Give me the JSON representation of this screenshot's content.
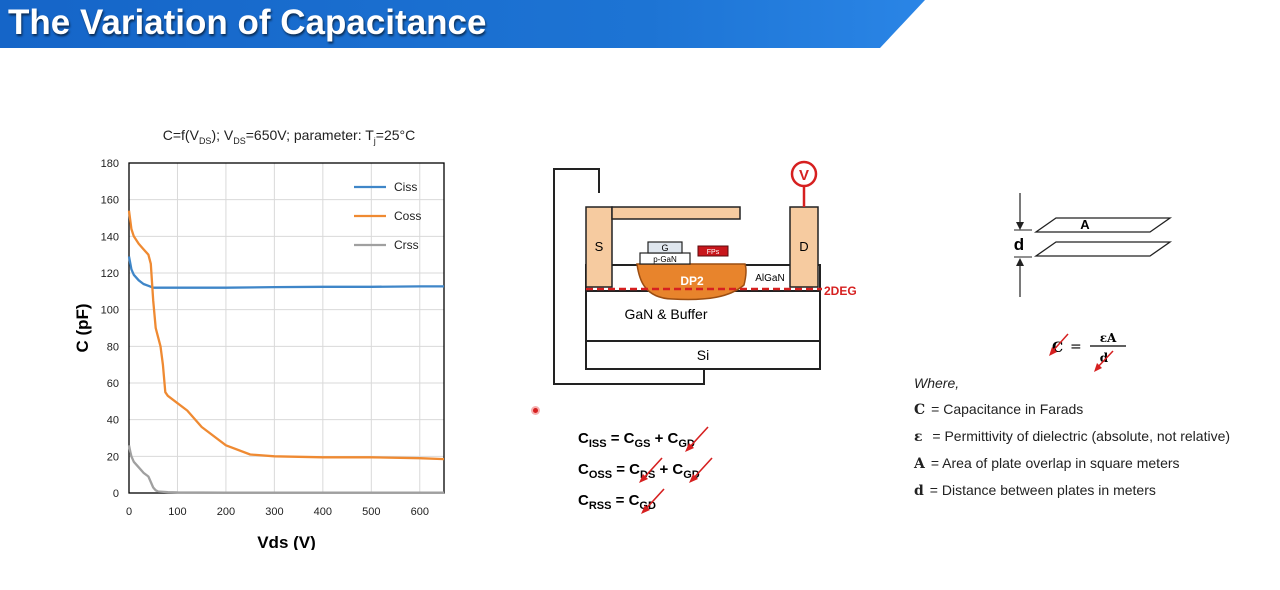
{
  "slide": {
    "title": "The Variation of Capacitance",
    "banner_color": "#1565c8",
    "banner_color_light": "#2a85e6"
  },
  "chart_data": {
    "type": "line",
    "title_parts": {
      "c": "C=f(V",
      "c_sub": "DS",
      "mid": "); V",
      "v_sub": "DS",
      "rest": "=650V; parameter: T",
      "t_sub": "j",
      "end": "=25°C"
    },
    "xlabel": "Vds (V)",
    "ylabel": "C (pF)",
    "xlim": [
      0,
      650
    ],
    "ylim": [
      0,
      180
    ],
    "xticks": [
      0,
      100,
      200,
      300,
      400,
      500,
      600
    ],
    "yticks": [
      0,
      20,
      40,
      60,
      80,
      100,
      120,
      140,
      160,
      180
    ],
    "grid": true,
    "legend_position": "top-right",
    "series": [
      {
        "name": "Ciss",
        "color": "#3f86c8",
        "x": [
          0,
          5,
          10,
          20,
          30,
          40,
          50,
          100,
          200,
          300,
          400,
          500,
          600,
          650
        ],
        "y": [
          129,
          122,
          119,
          116,
          114,
          113,
          112,
          112,
          112,
          112.3,
          112.5,
          112.5,
          112.7,
          112.7
        ]
      },
      {
        "name": "Coss",
        "color": "#ef8a32",
        "x": [
          0,
          5,
          10,
          20,
          30,
          40,
          45,
          50,
          55,
          60,
          65,
          70,
          75,
          80,
          100,
          120,
          150,
          200,
          250,
          300,
          400,
          500,
          600,
          650
        ],
        "y": [
          154,
          144,
          140,
          136,
          133,
          130,
          125,
          105,
          90,
          85,
          80,
          70,
          55,
          53,
          49,
          45,
          36,
          26,
          21,
          20,
          19.5,
          19.5,
          19,
          18.5
        ]
      },
      {
        "name": "Crss",
        "color": "#a0a0a0",
        "x": [
          0,
          3,
          5,
          10,
          20,
          30,
          40,
          45,
          50,
          55,
          60,
          80,
          100,
          200,
          650
        ],
        "y": [
          26,
          22,
          20,
          17,
          14,
          11,
          9,
          6,
          3,
          1.5,
          0.8,
          0.5,
          0.3,
          0.2,
          0.2
        ]
      }
    ]
  },
  "device": {
    "source_label": "S",
    "drain_label": "D",
    "gate_label": "G",
    "pgan_label": "p-GaN",
    "fp_label": "FPs",
    "algan_label": "AlGaN",
    "dp2_label": "DP2",
    "twodeg_label": "2DEG",
    "buffer_label": "GaN & Buffer",
    "si_label": "Si",
    "meter_label": "V",
    "colors": {
      "contact": "#f6cba0",
      "dp2": "#e8842c",
      "red": "#d62020"
    }
  },
  "formulas": {
    "iss": {
      "lhs": "C",
      "lhs_sub": "ISS",
      "eq": " = C",
      "t1_sub": "GS",
      "plus": " + C",
      "t2_sub": "GD"
    },
    "oss": {
      "lhs": "C",
      "lhs_sub": "OSS",
      "eq": " = C",
      "t1_sub": "DS",
      "plus": " + C",
      "t2_sub": "GD"
    },
    "rss": {
      "lhs": "C",
      "lhs_sub": "RSS",
      "eq": " = C",
      "t1_sub": "GD"
    }
  },
  "plates": {
    "area_label": "A",
    "distance_label": "d"
  },
  "capacitance_formula": {
    "c": "C",
    "eq": "=",
    "numerator": "εA",
    "denominator": "d"
  },
  "definitions": {
    "where": "Where,",
    "items": [
      {
        "symbol": "C",
        "text": "= Capacitance in Farads"
      },
      {
        "symbol": "ε",
        "text": " = Permittivity of dielectric (absolute, not relative)"
      },
      {
        "symbol": "A",
        "text": "= Area of plate overlap in square meters"
      },
      {
        "symbol": "d",
        "text": "= Distance between plates in meters"
      }
    ]
  }
}
